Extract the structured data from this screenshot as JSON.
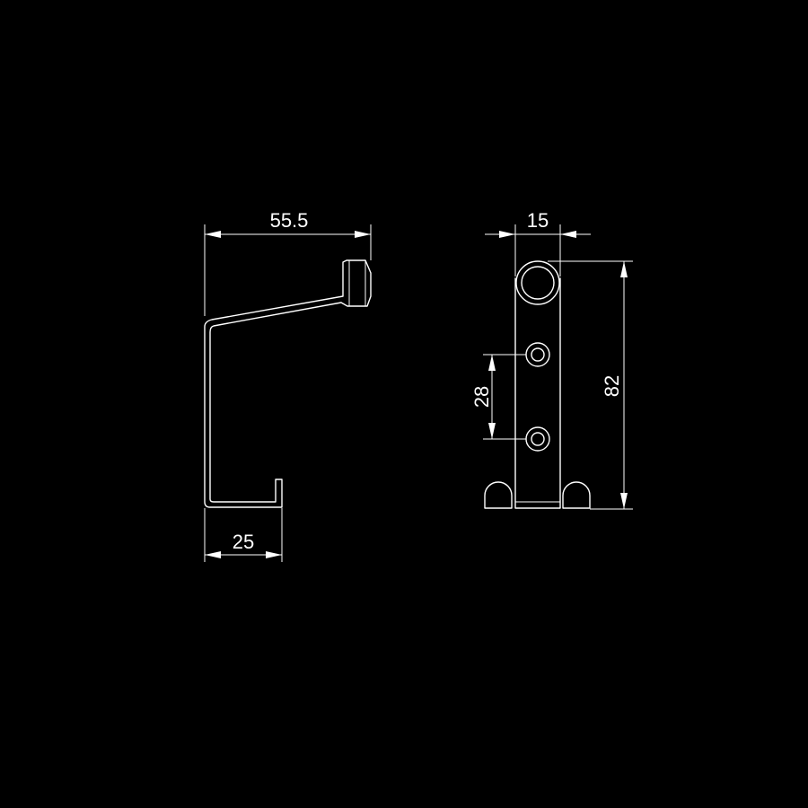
{
  "colors": {
    "background": "#000000",
    "stroke": "#ffffff"
  },
  "dimensions": {
    "side_total_width": "55.5",
    "side_bottom_width": "25",
    "front_width": "15",
    "front_hole_spacing": "28",
    "front_height": "82"
  }
}
